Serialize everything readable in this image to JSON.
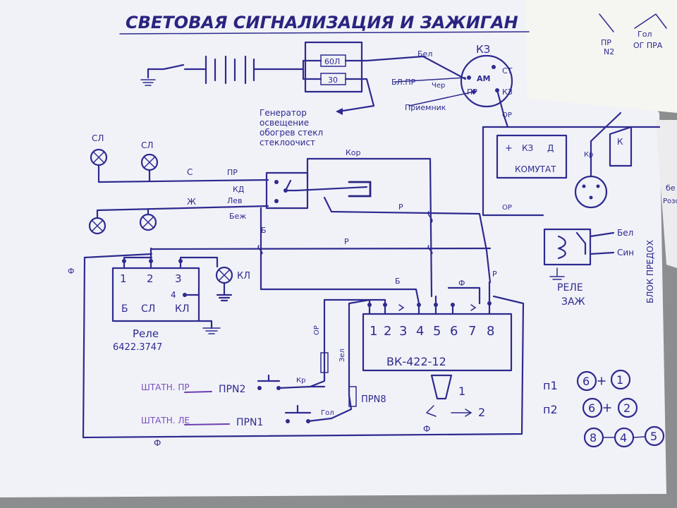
{
  "title": "СВЕТОВАЯ СИГНАЛИЗАЦИЯ И ЗАЖИГАН",
  "ignition_switch": {
    "label": "КЗ",
    "wire_bel": "Бел",
    "wire_blpr": "БЛ.ПР",
    "wire_chern": "Чер",
    "pin_am": "АМ",
    "pin_st": "СТ",
    "pin_pr": "ПР",
    "pin_kz": "КЗ",
    "wire_priemnik": "Приемник"
  },
  "fuses": {
    "top": "60Л",
    "bottom": "30"
  },
  "consumers_note": [
    "Генератор",
    "освещение",
    "обогрев стекл",
    "стеклоочист"
  ],
  "lamps": {
    "front": "СЛ",
    "control": "КЛ"
  },
  "wires": {
    "s": "С",
    "pr": "ПР",
    "kd": "КД",
    "kor": "Кор",
    "zh": "Ж",
    "lev": "Лев",
    "bezh": "Беж",
    "r1": "Р",
    "r2": "Р",
    "b1": "Б",
    "b2": "Б",
    "kr": "Кр",
    "kr2": "Кр",
    "or": "ОР",
    "or2": "ОР",
    "or3": "ОР",
    "f": "Ф",
    "zel": "Зел",
    "gol": "Гол",
    "r3": "Р",
    "f2": "Ф"
  },
  "relay": {
    "pins": [
      "1",
      "2",
      "3",
      "4"
    ],
    "labels": [
      "Б",
      "СЛ",
      "КЛ"
    ],
    "name": "Реле",
    "model": "6422.3747"
  },
  "commutator": {
    "plus": "+",
    "kz": "КЗ",
    "d": "Д",
    "name": "КОМУТАТ",
    "k": "К"
  },
  "ignition_relay": {
    "name_1": "РЕЛЕ",
    "name_2": "ЗАЖ",
    "bel": "Бел",
    "sin": "Син",
    "side": "БЛОК ПРЕДОХ"
  },
  "switch_block": {
    "model": "ВК-422-12",
    "pins": [
      "1",
      "2",
      "3",
      "4",
      "5",
      "6",
      "7",
      "8"
    ],
    "pos_1": "1",
    "pos_2": "2"
  },
  "buttons": {
    "shtat_pr": "ШТАТН. ПР",
    "shtat_le": "ШТАТН. ЛЕ",
    "prn2": "ПРN2",
    "prn1": "ПРN1",
    "prn8": "ПРN8"
  },
  "legend": [
    {
      "label": "п1",
      "a": "6",
      "b": "1"
    },
    {
      "label": "п2",
      "a": "6",
      "b": "2"
    },
    {
      "label": "",
      "a": "8",
      "b": "4",
      "c": "5"
    }
  ],
  "corner_note": {
    "a": "ПР",
    "b": "N2",
    "c": "Гол",
    "d": "ОГ ПРА"
  },
  "edge_note": [
    "бе",
    "Розо"
  ]
}
